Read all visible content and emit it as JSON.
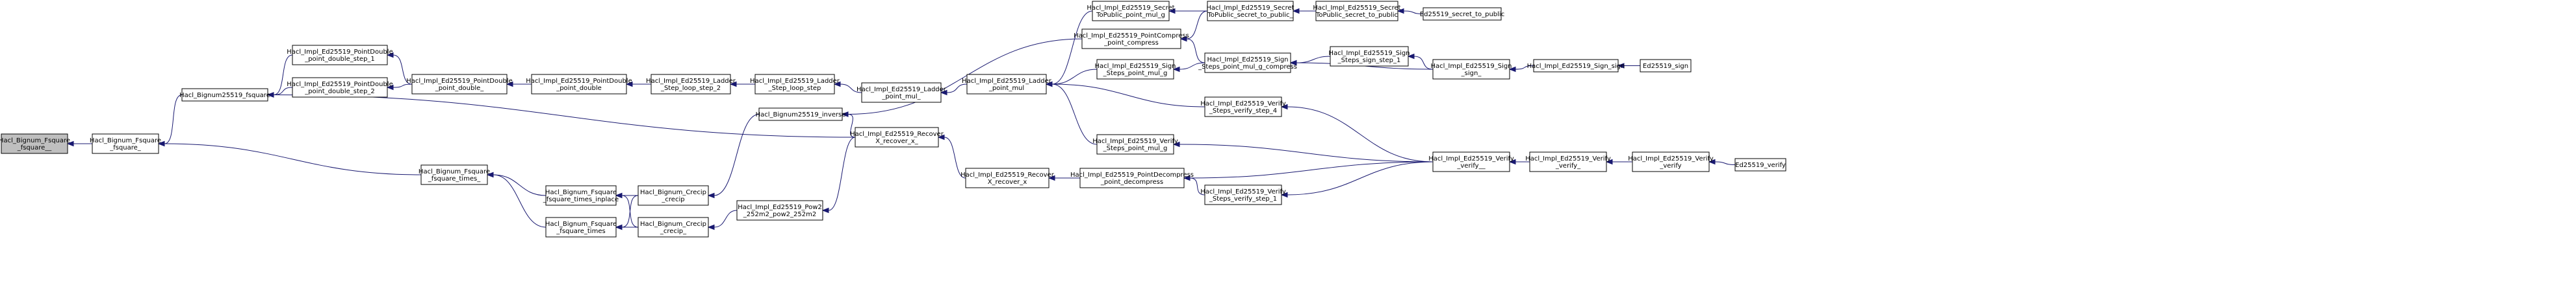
{
  "graph": {
    "edge_color": "#191970",
    "root_fill": "#bfbfbf",
    "node_fill": "#ffffff",
    "nodes": [
      {
        "id": "fsquare__",
        "lines": [
          "Hacl_Bignum_Fsquare",
          "_fsquare__"
        ],
        "root": true,
        "interactable": false
      },
      {
        "id": "fsquare_",
        "lines": [
          "Hacl_Bignum_Fsquare",
          "_fsquare_"
        ]
      },
      {
        "id": "b25519_fsquare",
        "lines": [
          "Hacl_Bignum25519_fsquare"
        ]
      },
      {
        "id": "fsquare_times_",
        "lines": [
          "Hacl_Bignum_Fsquare",
          "_fsquare_times_"
        ]
      },
      {
        "id": "pd_step_1",
        "lines": [
          "Hacl_Impl_Ed25519_PointDouble",
          "_point_double_step_1"
        ]
      },
      {
        "id": "pd_step_2",
        "lines": [
          "Hacl_Impl_Ed25519_PointDouble",
          "_point_double_step_2"
        ]
      },
      {
        "id": "pd_point_double_",
        "lines": [
          "Hacl_Impl_Ed25519_PointDouble",
          "_point_double_"
        ]
      },
      {
        "id": "pd_point_double",
        "lines": [
          "Hacl_Impl_Ed25519_PointDouble",
          "_point_double"
        ]
      },
      {
        "id": "ladder_step_2",
        "lines": [
          "Hacl_Impl_Ed25519_Ladder",
          "_Step_loop_step_2"
        ]
      },
      {
        "id": "ladder_loop_step",
        "lines": [
          "Hacl_Impl_Ed25519_Ladder",
          "_Step_loop_step"
        ]
      },
      {
        "id": "ladder_point_mul_",
        "lines": [
          "Hacl_Impl_Ed25519_Ladder",
          "_point_mul_"
        ]
      },
      {
        "id": "ladder_point_mul",
        "lines": [
          "Hacl_Impl_Ed25519_Ladder",
          "_point_mul"
        ]
      },
      {
        "id": "secret_point_mul_g",
        "lines": [
          "Hacl_Impl_Ed25519_Secret",
          "ToPublic_point_mul_g"
        ]
      },
      {
        "id": "point_compress",
        "lines": [
          "Hacl_Impl_Ed25519_PointCompress",
          "_point_compress"
        ]
      },
      {
        "id": "sign_point_mul_g",
        "lines": [
          "Hacl_Impl_Ed25519_Sign",
          "_Steps_point_mul_g"
        ]
      },
      {
        "id": "verify_point_mul_g",
        "lines": [
          "Hacl_Impl_Ed25519_Verify",
          "_Steps_point_mul_g"
        ]
      },
      {
        "id": "secret_to_public_",
        "lines": [
          "Hacl_Impl_Ed25519_Secret",
          "ToPublic_secret_to_public_"
        ]
      },
      {
        "id": "secret_to_public",
        "lines": [
          "Hacl_Impl_Ed25519_Secret",
          "ToPublic_secret_to_public"
        ]
      },
      {
        "id": "ed25519_secret_to_public",
        "lines": [
          "Ed25519_secret_to_public"
        ]
      },
      {
        "id": "sign_point_mul_g_compress",
        "lines": [
          "Hacl_Impl_Ed25519_Sign",
          "_Steps_point_mul_g_compress"
        ]
      },
      {
        "id": "sign_step_1",
        "lines": [
          "Hacl_Impl_Ed25519_Sign",
          "_Steps_sign_step_1"
        ]
      },
      {
        "id": "sign_sign_",
        "lines": [
          "Hacl_Impl_Ed25519_Sign",
          "_sign_"
        ]
      },
      {
        "id": "sign_sign",
        "lines": [
          "Hacl_Impl_Ed25519_Sign_sign"
        ]
      },
      {
        "id": "ed25519_sign",
        "lines": [
          "Ed25519_sign"
        ]
      },
      {
        "id": "verify_step_4",
        "lines": [
          "Hacl_Impl_Ed25519_Verify",
          "_Steps_verify_step_4"
        ]
      },
      {
        "id": "verify_verify__",
        "lines": [
          "Hacl_Impl_Ed25519_Verify",
          "_verify__"
        ]
      },
      {
        "id": "verify_verify_",
        "lines": [
          "Hacl_Impl_Ed25519_Verify",
          "_verify_"
        ]
      },
      {
        "id": "verify_verify",
        "lines": [
          "Hacl_Impl_Ed25519_Verify",
          "_verify"
        ]
      },
      {
        "id": "ed25519_verify",
        "lines": [
          "Ed25519_verify"
        ]
      },
      {
        "id": "b25519_inverse",
        "lines": [
          "Hacl_Bignum25519_inverse"
        ]
      },
      {
        "id": "recover_x__",
        "lines": [
          "Hacl_Impl_Ed25519_Recover",
          "X_recover_x_"
        ]
      },
      {
        "id": "recover_x_",
        "lines": [
          "Hacl_Impl_Ed25519_Recover",
          "X_recover_x"
        ]
      },
      {
        "id": "point_decompress",
        "lines": [
          "Hacl_Impl_Ed25519_PointDecompress",
          "_point_decompress"
        ]
      },
      {
        "id": "verify_step_1",
        "lines": [
          "Hacl_Impl_Ed25519_Verify",
          "_Steps_verify_step_1"
        ]
      },
      {
        "id": "fsquare_times_inplace",
        "lines": [
          "Hacl_Bignum_Fsquare",
          "_fsquare_times_inplace"
        ]
      },
      {
        "id": "fsquare_times",
        "lines": [
          "Hacl_Bignum_Fsquare",
          "_fsquare_times"
        ]
      },
      {
        "id": "crecip_crecip",
        "lines": [
          "Hacl_Bignum_Crecip",
          "_crecip"
        ]
      },
      {
        "id": "crecip_crecip_",
        "lines": [
          "Hacl_Bignum_Crecip",
          "_crecip_"
        ]
      },
      {
        "id": "pow2_252m2",
        "lines": [
          "Hacl_Impl_Ed25519_Pow2",
          "_252m2_pow2_252m2"
        ]
      }
    ],
    "edges": [
      [
        "fsquare_",
        "fsquare__"
      ],
      [
        "b25519_fsquare",
        "fsquare_"
      ],
      [
        "fsquare_times_",
        "fsquare_"
      ],
      [
        "pd_step_1",
        "b25519_fsquare"
      ],
      [
        "pd_step_2",
        "b25519_fsquare"
      ],
      [
        "recover_x__",
        "b25519_fsquare"
      ],
      [
        "pd_point_double_",
        "pd_step_1"
      ],
      [
        "pd_point_double_",
        "pd_step_2"
      ],
      [
        "pd_point_double",
        "pd_point_double_"
      ],
      [
        "ladder_step_2",
        "pd_point_double"
      ],
      [
        "ladder_loop_step",
        "ladder_step_2"
      ],
      [
        "ladder_point_mul_",
        "ladder_loop_step"
      ],
      [
        "ladder_point_mul",
        "ladder_point_mul_"
      ],
      [
        "secret_point_mul_g",
        "ladder_point_mul"
      ],
      [
        "sign_point_mul_g",
        "ladder_point_mul"
      ],
      [
        "verify_point_mul_g",
        "ladder_point_mul"
      ],
      [
        "verify_step_4",
        "ladder_point_mul"
      ],
      [
        "secret_to_public_",
        "secret_point_mul_g"
      ],
      [
        "secret_to_public_",
        "point_compress"
      ],
      [
        "secret_to_public",
        "secret_to_public_"
      ],
      [
        "ed25519_secret_to_public",
        "secret_to_public"
      ],
      [
        "point_compress",
        "b25519_inverse"
      ],
      [
        "sign_point_mul_g_compress",
        "point_compress"
      ],
      [
        "sign_point_mul_g_compress",
        "sign_point_mul_g"
      ],
      [
        "sign_step_1",
        "sign_point_mul_g_compress"
      ],
      [
        "sign_sign_",
        "sign_point_mul_g_compress"
      ],
      [
        "sign_sign_",
        "sign_step_1"
      ],
      [
        "sign_sign",
        "sign_sign_"
      ],
      [
        "ed25519_sign",
        "sign_sign"
      ],
      [
        "verify_verify__",
        "verify_step_4"
      ],
      [
        "verify_verify__",
        "verify_point_mul_g"
      ],
      [
        "verify_verify__",
        "point_decompress"
      ],
      [
        "verify_verify__",
        "verify_step_1"
      ],
      [
        "verify_verify_",
        "verify_verify__"
      ],
      [
        "verify_verify",
        "verify_verify_"
      ],
      [
        "ed25519_verify",
        "verify_verify"
      ],
      [
        "b25519_inverse",
        "crecip_crecip"
      ],
      [
        "recover_x__",
        "b25519_inverse"
      ],
      [
        "recover_x__",
        "pow2_252m2"
      ],
      [
        "recover_x_",
        "recover_x__"
      ],
      [
        "point_decompress",
        "recover_x_"
      ],
      [
        "verify_step_1",
        "point_decompress"
      ],
      [
        "fsquare_times_inplace",
        "fsquare_times_"
      ],
      [
        "fsquare_times",
        "fsquare_times_"
      ],
      [
        "crecip_crecip",
        "fsquare_times_inplace"
      ],
      [
        "crecip_crecip",
        "fsquare_times"
      ],
      [
        "crecip_crecip_",
        "fsquare_times_inplace"
      ],
      [
        "crecip_crecip_",
        "fsquare_times"
      ],
      [
        "pow2_252m2",
        "crecip_crecip_"
      ]
    ]
  }
}
